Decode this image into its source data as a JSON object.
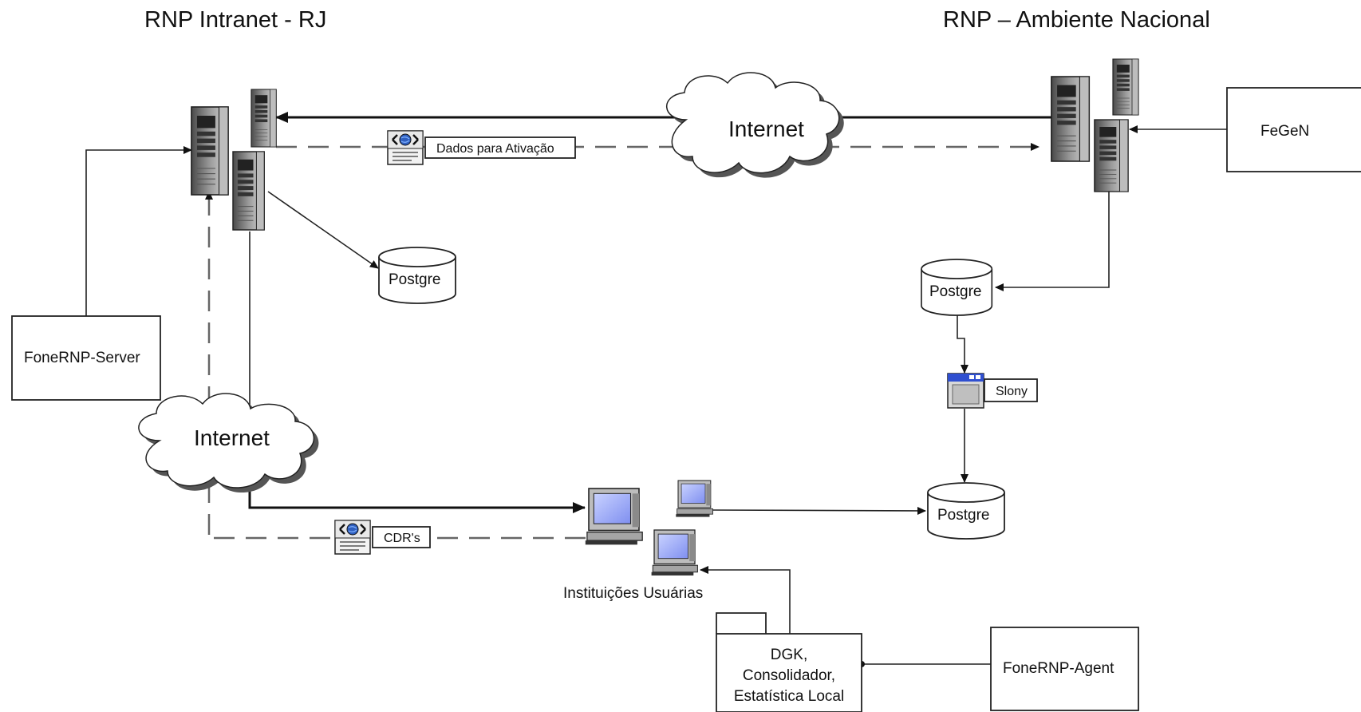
{
  "titles": {
    "left": "RNP Intranet - RJ",
    "right": "RNP – Ambiente Nacional"
  },
  "clouds": {
    "top": "Internet",
    "bottom": "Internet"
  },
  "boxes": {
    "fegen": "FeGeN",
    "fonernp_server": "FoneRNP-Server",
    "fonernp_agent": "FoneRNP-Agent"
  },
  "databases": {
    "left": "Postgre",
    "right_top": "Postgre",
    "right_bottom": "Postgre"
  },
  "messages": {
    "activation": "Dados para Ativação",
    "cdrs": "CDR's"
  },
  "slony": "Slony",
  "institutions": "Instituições Usuárias",
  "package": {
    "line1": "DGK,",
    "line2": "Consolidador,",
    "line3": "Estatística Local"
  },
  "icons": [
    "server-icon",
    "database-icon",
    "cloud-icon",
    "document-icon",
    "workstation-icon",
    "window-icon",
    "package-icon"
  ]
}
